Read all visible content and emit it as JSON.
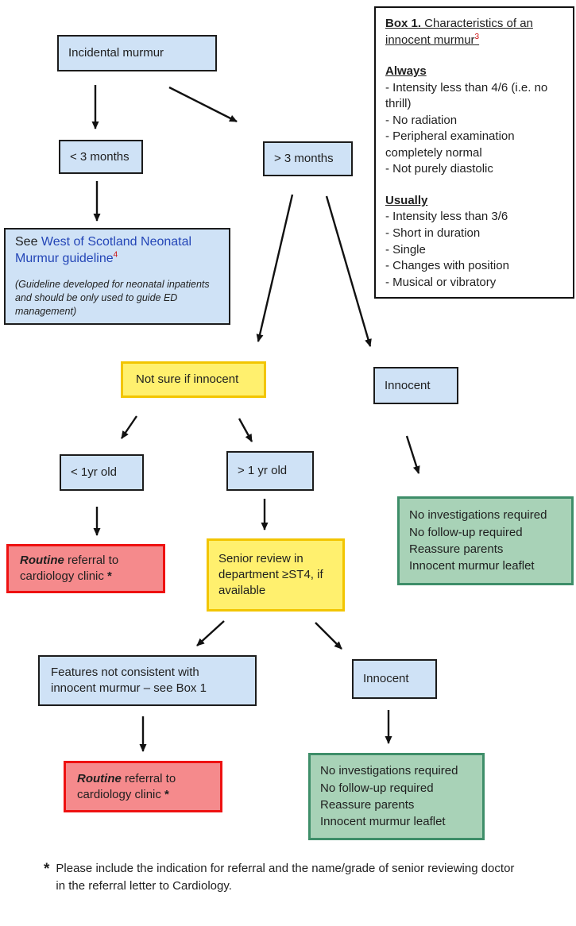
{
  "diagram": {
    "nodes": {
      "incidental": {
        "label": "Incidental murmur"
      },
      "lt3m": {
        "label": "< 3 months"
      },
      "gt3m": {
        "label": "> 3 months"
      },
      "guideline": {
        "prefix": "See ",
        "link": "West of Scotland Neonatal Murmur guideline",
        "sup": "4",
        "note": "(Guideline developed for neonatal inpatients and should be only used to guide ED management)"
      },
      "not_sure": {
        "label": "Not sure if innocent"
      },
      "innocent_upper": {
        "label": "Innocent"
      },
      "lt1yr": {
        "label": "< 1yr old"
      },
      "gt1yr": {
        "label": "> 1 yr old"
      },
      "routine_referral_1": {
        "em": "Routine",
        "rest": " referral to cardiology clinic ",
        "asterisk": "*"
      },
      "senior_review": {
        "label": "Senior review in department ≥ST4, if available"
      },
      "outcome_innocent_1": {
        "lines": [
          "No investigations required",
          "No follow-up required",
          "Reassure parents",
          "Innocent murmur leaflet"
        ]
      },
      "features": {
        "label": "Features not consistent with innocent murmur – see Box 1"
      },
      "innocent_lower": {
        "label": "Innocent"
      },
      "routine_referral_2": {
        "em": "Routine",
        "rest": " referral to cardiology clinic ",
        "asterisk": "*"
      },
      "outcome_innocent_2": {
        "lines": [
          "No investigations required",
          "No follow-up required",
          "Reassure parents",
          "Innocent murmur leaflet"
        ]
      }
    },
    "box1": {
      "title_bold": "Box 1.",
      "title_rest": " Characteristics of an innocent murmur",
      "title_sup": "3",
      "always_heading": "Always",
      "always_items": [
        "- Intensity less than 4/6 (i.e. no thrill)",
        "- No radiation",
        "- Peripheral examination completely normal",
        "- Not purely diastolic"
      ],
      "usually_heading": "Usually",
      "usually_items": [
        "- Intensity less than 3/6",
        "- Short in duration",
        "- Single",
        "- Changes with position",
        "- Musical or vibratory"
      ]
    },
    "footnote": {
      "asterisk": "*",
      "text": "Please include the indication for referral and the name/grade of senior reviewing doctor in the referral letter to Cardiology."
    },
    "colors": {
      "node_blue_fill": "#cfe2f6",
      "yellow_fill": "#fff06e",
      "yellow_border": "#f2c500",
      "red_fill": "#f58a8c",
      "red_border": "#ee1111",
      "green_fill": "#a8d2b7",
      "green_border": "#3e8e69",
      "link_blue": "#2446b7",
      "superscript_red": "#cc1111"
    }
  }
}
